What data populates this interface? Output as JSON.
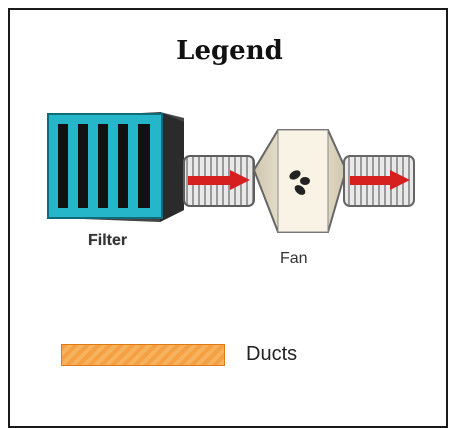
{
  "legend": {
    "title": "Legend",
    "items": [
      {
        "name": "filter",
        "label": "Filter",
        "icon": "filter-icon"
      },
      {
        "name": "fan",
        "label": "Fan",
        "icon": "fan-icon"
      },
      {
        "name": "ducts",
        "label": "Ducts",
        "icon": "duct-swatch"
      }
    ]
  },
  "colors": {
    "filter_teal": "#25b7c9",
    "filter_dark": "#111111",
    "duct_orange": "#f4a043",
    "arrow_red": "#d62020",
    "fan_body": "#f3ecd8",
    "border": "#1a1a1a"
  }
}
